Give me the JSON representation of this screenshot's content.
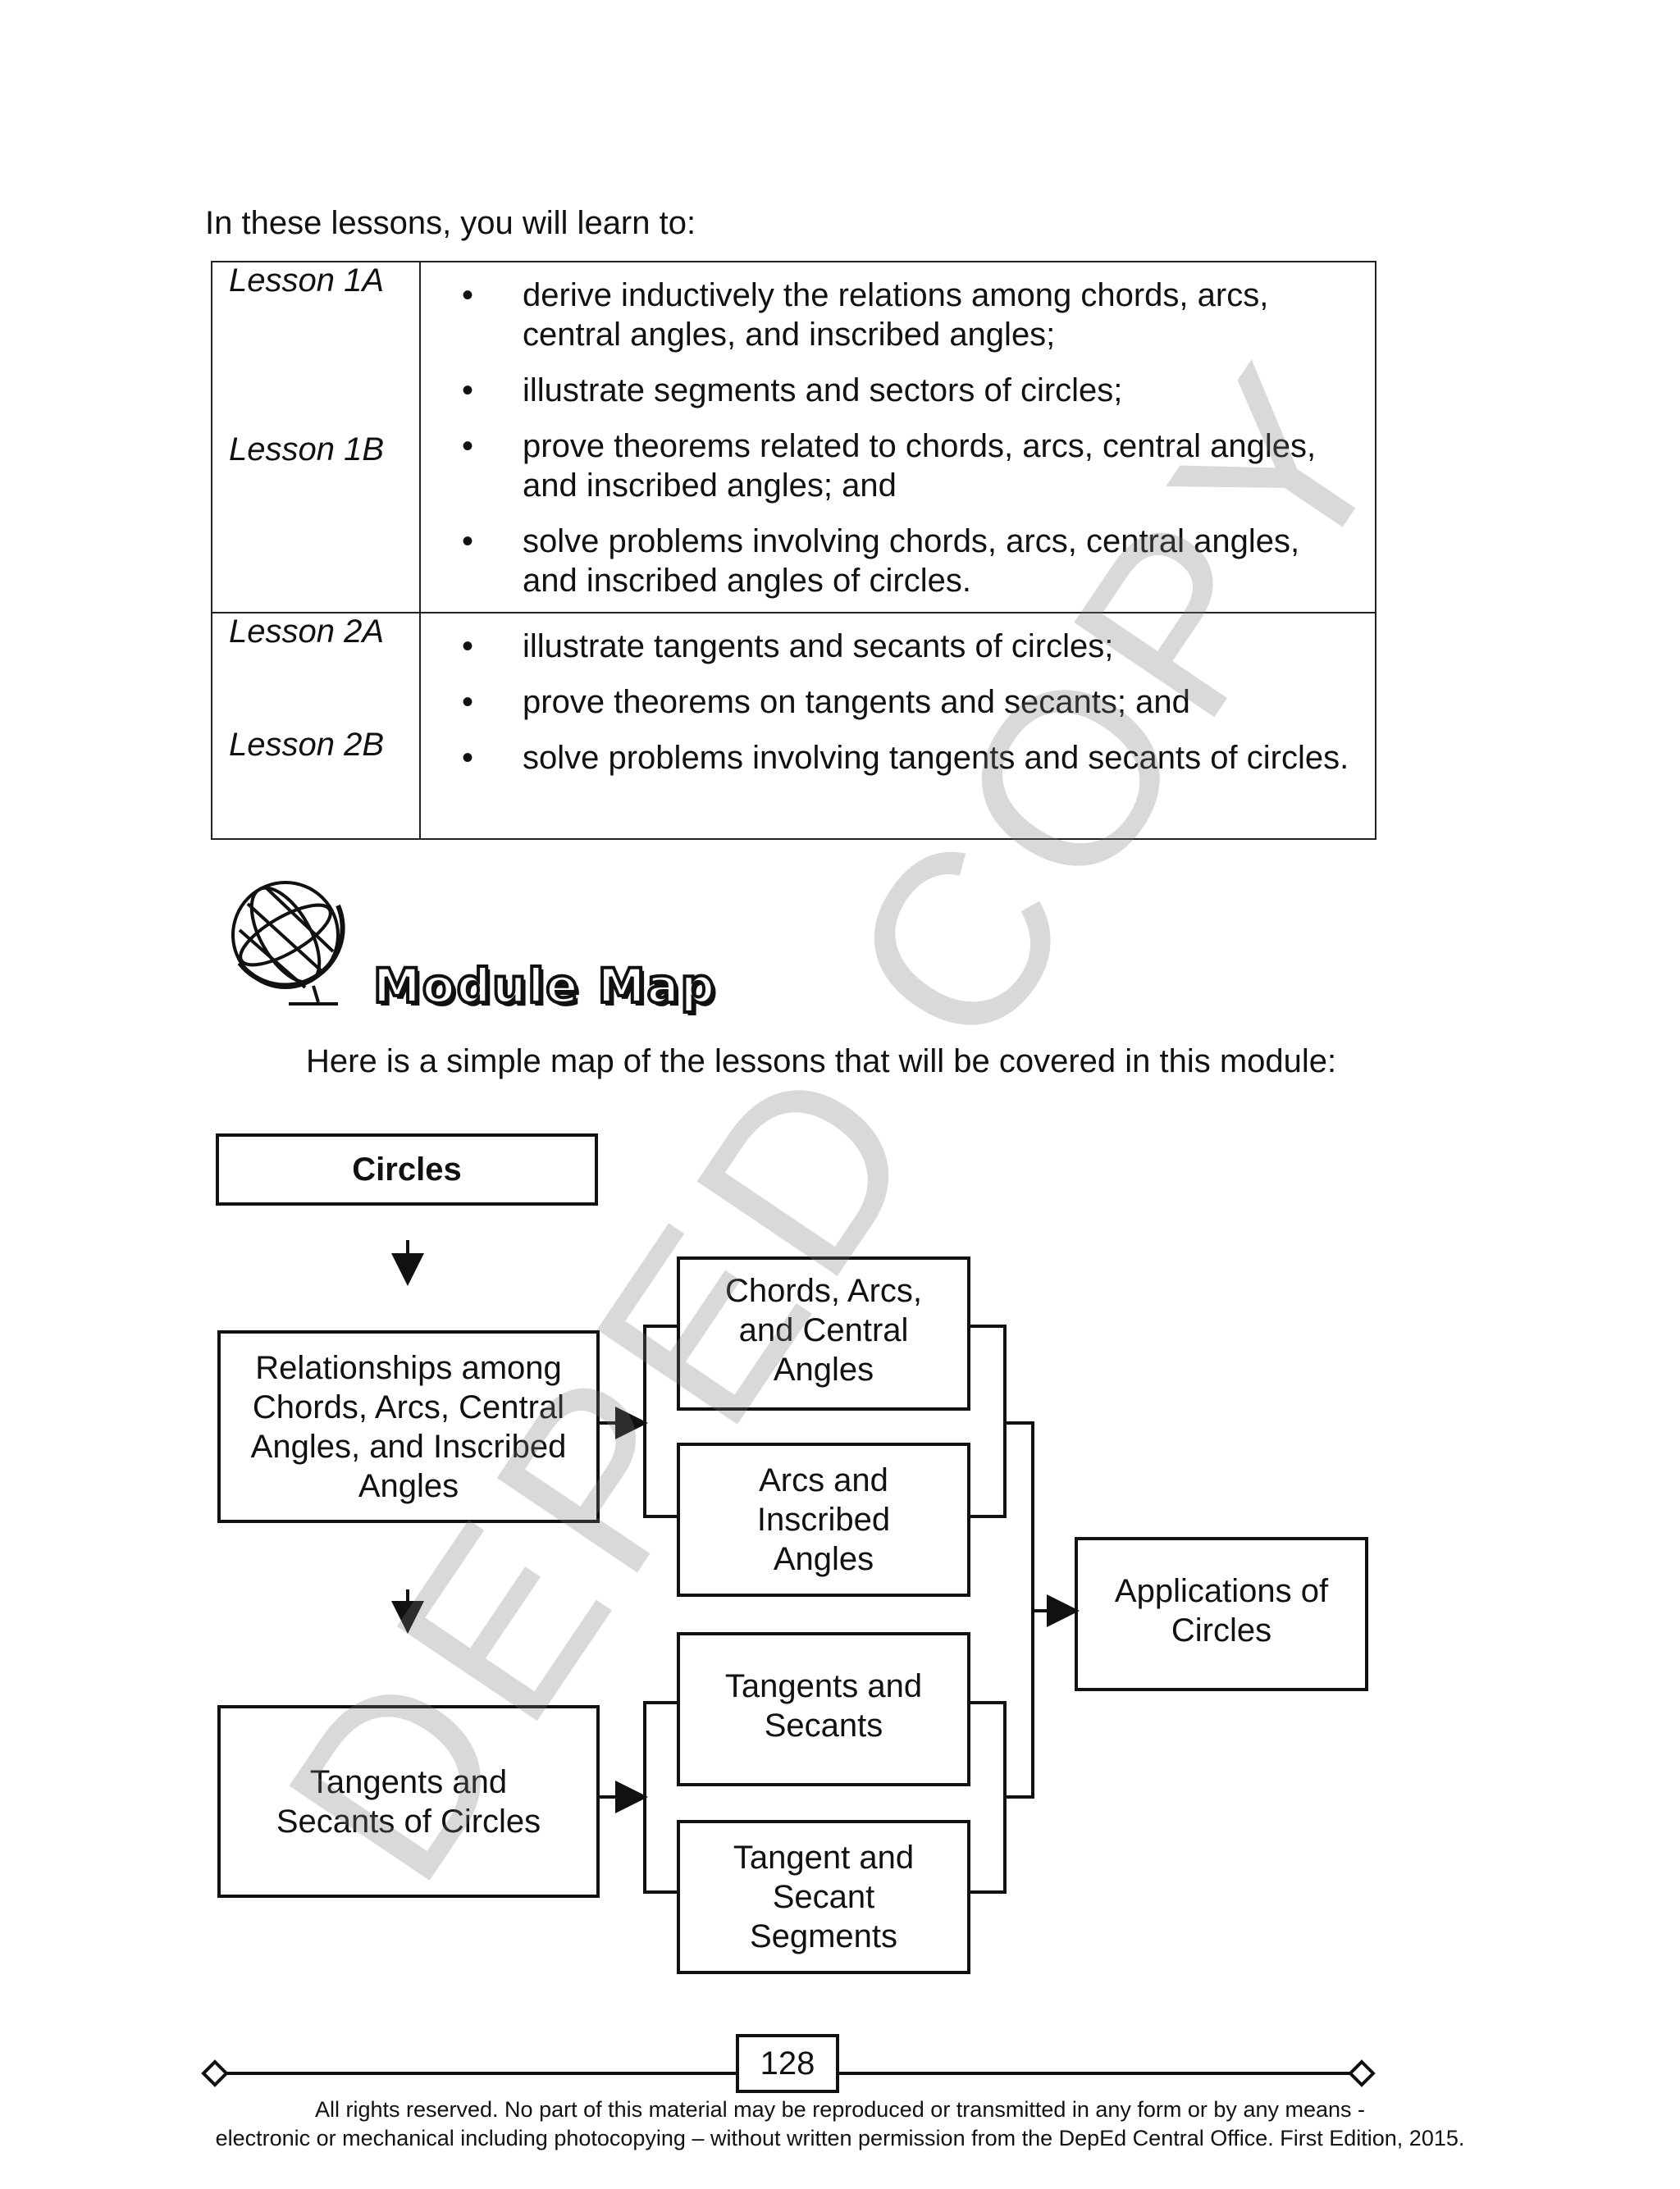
{
  "intro": "In these lessons, you will learn to:",
  "objectives": [
    {
      "lessons": [
        "Lesson 1A",
        "Lesson 1B"
      ],
      "items": [
        "derive inductively the relations among chords, arcs, central angles, and inscribed angles;",
        "illustrate segments and sectors of circles;",
        "prove theorems related to chords, arcs, central angles, and inscribed angles; and",
        "solve problems involving chords, arcs, central angles, and inscribed angles of circles."
      ]
    },
    {
      "lessons": [
        "Lesson 2A",
        "Lesson 2B"
      ],
      "items": [
        "illustrate tangents and secants of circles;",
        "prove theorems on tangents and secants; and",
        "solve problems involving tangents and secants of circles."
      ]
    }
  ],
  "bullet": "•",
  "module_map": {
    "title": "Module Map",
    "intro": "Here is a simple map of the lessons that will be covered in this module:",
    "icon": "globe-icon",
    "nodes": {
      "circles": "Circles",
      "relationships": "Relationships among Chords, Arcs, Central Angles, and Inscribed Angles",
      "tangents_secants_circles": "Tangents and Secants of Circles",
      "chords_arcs_central": "Chords, Arcs, and Central Angles",
      "arcs_inscribed": "Arcs and Inscribed Angles",
      "tangents_secants": "Tangents and Secants",
      "tangent_secant_segments": "Tangent and Secant Segments",
      "applications": "Applications of Circles"
    }
  },
  "watermark": "DEPED COPY",
  "page_number": "128",
  "footer": {
    "line1": "All rights reserved. No part of this material may be reproduced or transmitted in any form or by any means -",
    "line2": "electronic or mechanical including photocopying – without written permission from the DepEd Central Office. First Edition, 2015."
  }
}
